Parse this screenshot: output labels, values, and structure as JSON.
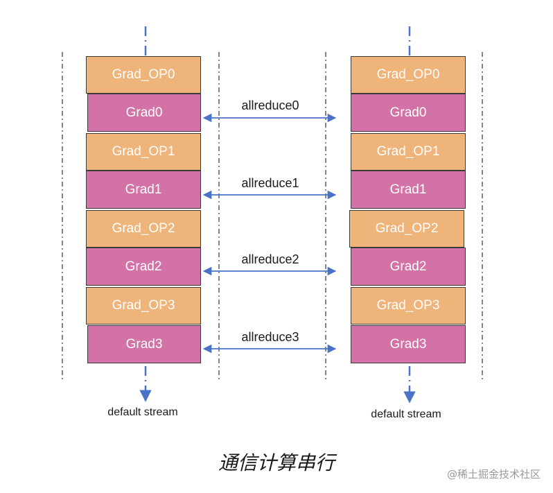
{
  "left_stack": {
    "blocks": [
      "Grad_OP0",
      "Grad0",
      "Grad_OP1",
      "Grad1",
      "Grad_OP2",
      "Grad2",
      "Grad_OP3",
      "Grad3"
    ],
    "stream_label": "default stream"
  },
  "right_stack": {
    "blocks": [
      "Grad_OP0",
      "Grad0",
      "Grad_OP1",
      "Grad1",
      "Grad_OP2",
      "Grad2",
      "Grad_OP3",
      "Grad3"
    ],
    "stream_label": "default stream"
  },
  "arrows": [
    "allreduce0",
    "allreduce1",
    "allreduce2",
    "allreduce3"
  ],
  "caption": "通信计算串行",
  "watermark": "@稀土掘金技术社区",
  "colors": {
    "op_block": "#efb47a",
    "grad_block": "#d272a6",
    "arrow": "#4a72c8",
    "divider": "#333333"
  }
}
